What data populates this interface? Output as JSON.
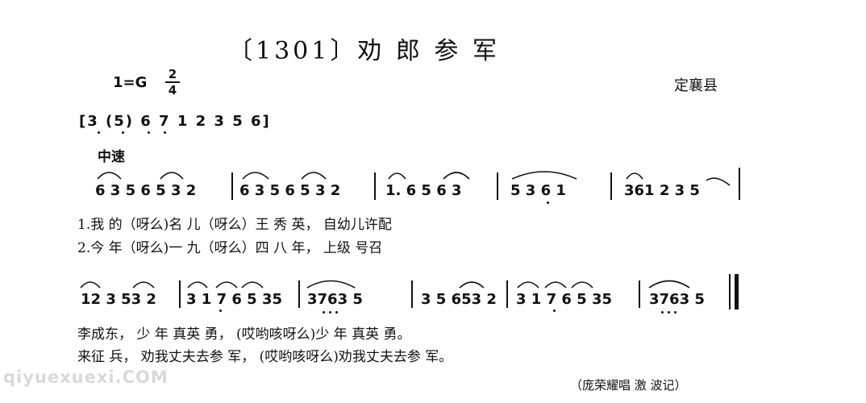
{
  "title": "〔1301〕劝 郎 参 军",
  "key": "1=G",
  "time_sig": {
    "top": "2",
    "bottom": "4"
  },
  "region": "定襄县",
  "prelude": "[3 (5) 6 7 1 2 3 5 6]",
  "tempo": "中速",
  "line1": {
    "measures": [
      "6 3 5  6 5 3 2",
      "6 3 5  6 5 3 2",
      "1. 6  5 6 3",
      "5 3 6  1",
      "361 2  3  5"
    ],
    "verse1": "1.我      的（呀么)名      儿（呀么）王      秀      英，                   自幼儿许配",
    "verse2": "2.今      年（呀么)一      九（呀么）四      八      年，                   上级    号召"
  },
  "line2": {
    "measures": [
      "12 3  53 2",
      "3 1 7 6  5 35",
      "3763  5",
      "3 5  653 2",
      "3 1 7 6  5 35",
      "3763 5"
    ],
    "verse1": "李成东，  少   年   真英   勇，            (哎哟咳呀么)少   年   真英    勇。",
    "verse2": "来征   兵，  劝我丈夫去参   军，            (哎哟咳呀么)劝我丈夫去参    军。"
  },
  "watermark": "qiyuexuexi.COM",
  "credit": "（庞荣耀唱   激  波记）"
}
